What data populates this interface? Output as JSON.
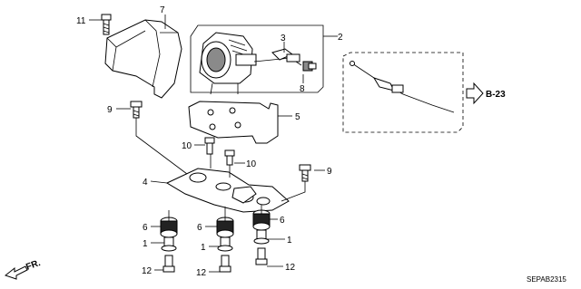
{
  "callouts": {
    "c1a": "1",
    "c1b": "1",
    "c1c": "1",
    "c2": "2",
    "c3": "3",
    "c4": "4",
    "c5": "5",
    "c6a": "6",
    "c6b": "6",
    "c6c": "6",
    "c7": "7",
    "c8": "8",
    "c9a": "9",
    "c9b": "9",
    "c10a": "10",
    "c10b": "10",
    "c11": "11",
    "c12a": "12",
    "c12b": "12",
    "c12c": "12"
  },
  "reference": {
    "label": "B-23"
  },
  "direction": {
    "label": "FR."
  },
  "diagram_code": "SEPAB2315"
}
